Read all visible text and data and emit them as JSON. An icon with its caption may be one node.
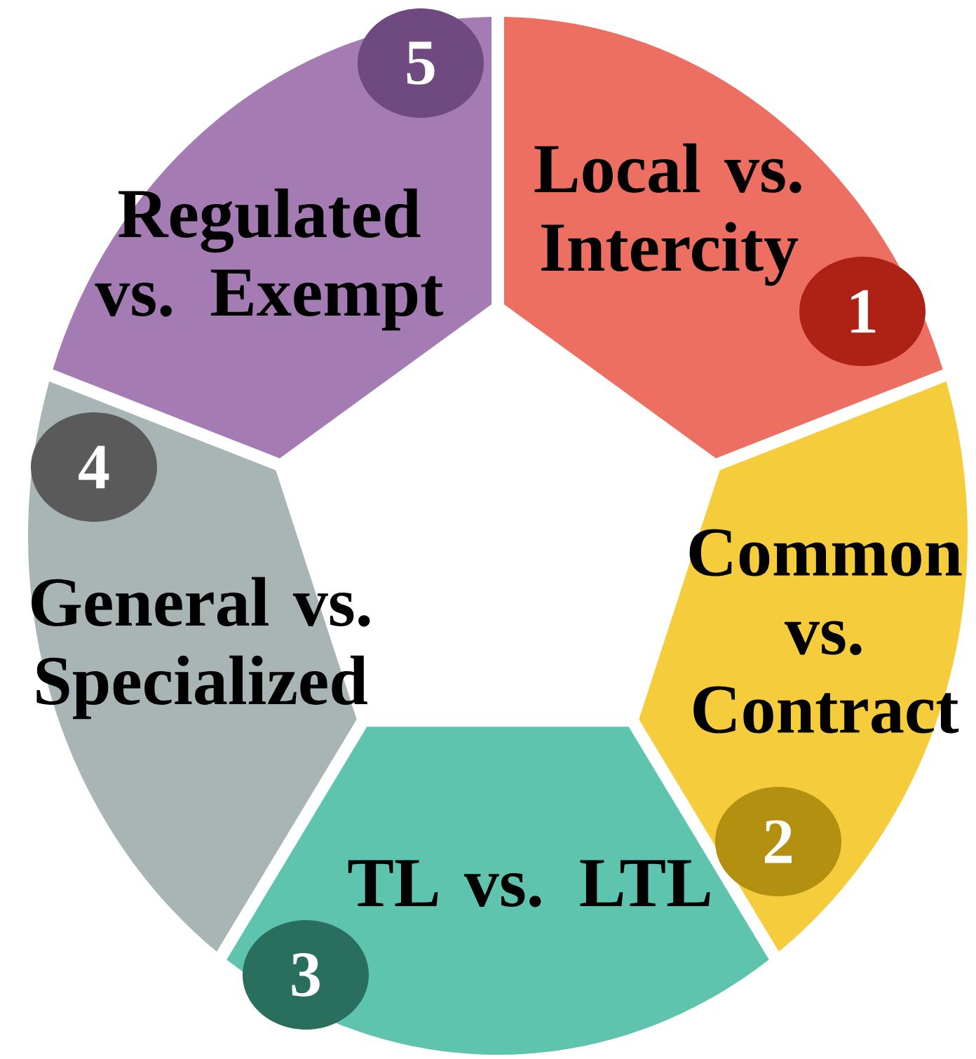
{
  "diagram": {
    "nodes": [
      {
        "text": [
          "Local vs. Intercity"
        ]
      },
      {
        "text": [
          "1"
        ],
        "in": 0
      },
      {
        "text": [
          "Common vs. Contract"
        ]
      },
      {
        "text": [
          "2"
        ],
        "in": 2
      },
      {
        "text": [
          "TL vs. LTL"
        ]
      },
      {
        "text": [
          "3"
        ],
        "in": 4
      },
      {
        "text": [
          "General vs. Specialized"
        ]
      },
      {
        "text": [
          "4"
        ],
        "in": 6
      },
      {
        "text": [
          "Regulated vs. Exempt"
        ]
      },
      {
        "text": [
          "5"
        ],
        "in": 8
      }
    ]
  }
}
